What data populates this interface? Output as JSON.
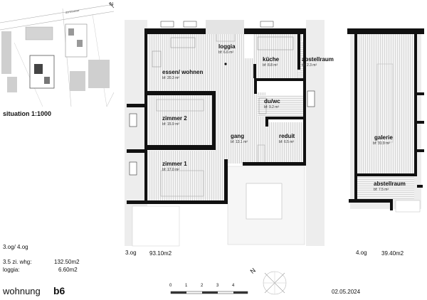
{
  "situation": {
    "label": "situation 1:1000",
    "street": "dorfstrasse",
    "north": "N"
  },
  "floor_title": "3.og/ 4.og",
  "summary": {
    "rows": [
      {
        "label": "3.5 zi. whg:",
        "value": "132.50m2"
      },
      {
        "label": "loggia:",
        "value": "6.60m2"
      }
    ]
  },
  "apartment": {
    "prefix": "wohnung",
    "id": "b6"
  },
  "date": "02.05.2024",
  "plan_3og": {
    "label": "3.og",
    "area": "93.10m2",
    "rooms": [
      {
        "name": "loggia",
        "area": "bf: 6.6 m²"
      },
      {
        "name": "küche",
        "area": "bf: 8.8 m²"
      },
      {
        "name": "abstellraum",
        "area": "bf: 2.3 m²"
      },
      {
        "name": "essen/ wohnen",
        "area": "bf: 20.3 m²"
      },
      {
        "name": "du/wc",
        "area": "bf: 9.2 m²"
      },
      {
        "name": "zimmer 2",
        "area": "bf: 15.9 m²"
      },
      {
        "name": "gang",
        "area": "bf: 13.1 m²"
      },
      {
        "name": "reduit",
        "area": "bf: 6.5 m²"
      },
      {
        "name": "zimmer 1",
        "area": "bf: 17.0 m²"
      }
    ]
  },
  "plan_4og": {
    "label": "4.og",
    "area": "39.40m2",
    "rooms": [
      {
        "name": "galerie",
        "area": "bf: 31.9 m²"
      },
      {
        "name": "abstellraum",
        "area": "bf: 7.5 m²"
      }
    ]
  },
  "scale_bar": {
    "ticks": [
      "0",
      "1",
      "2",
      "3",
      "4"
    ]
  },
  "north_arrow": "N",
  "colors": {
    "wall": "#111111",
    "floor_fill": "#e6e6e6",
    "context": "#cfcfcf"
  }
}
